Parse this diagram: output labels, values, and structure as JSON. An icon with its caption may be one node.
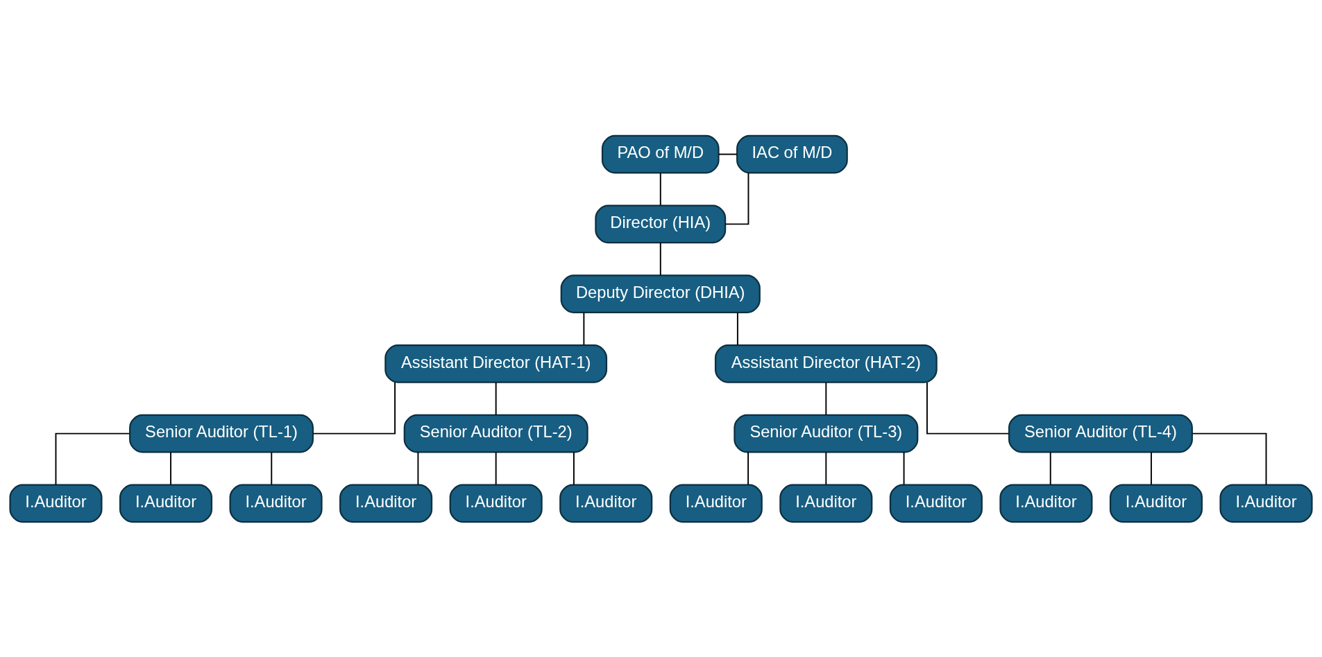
{
  "diagram": {
    "nodes": [
      {
        "text": [
          "PAO of M/D"
        ]
      },
      {
        "text": [
          "IAC of M/D"
        ]
      },
      {
        "text": [
          "Director (HIA)"
        ]
      },
      {
        "text": [
          "Deputy Director (DHIA)"
        ]
      },
      {
        "text": [
          "Assistant Director (HAT-1)"
        ]
      },
      {
        "text": [
          "Assistant Director (HAT-2)"
        ]
      },
      {
        "text": [
          "Senior Auditor (TL-1)"
        ]
      },
      {
        "text": [
          "Senior Auditor (TL-2)"
        ]
      },
      {
        "text": [
          "Senior Auditor (TL-3)"
        ]
      },
      {
        "text": [
          "Senior Auditor (TL-4)"
        ]
      },
      {
        "text": [
          "I.Auditor"
        ]
      },
      {
        "text": [
          "I.Auditor"
        ]
      },
      {
        "text": [
          "I.Auditor"
        ]
      },
      {
        "text": [
          "I.Auditor"
        ]
      },
      {
        "text": [
          "I.Auditor"
        ]
      },
      {
        "text": [
          "I.Auditor"
        ]
      },
      {
        "text": [
          "I.Auditor"
        ]
      },
      {
        "text": [
          "I.Auditor"
        ]
      },
      {
        "text": [
          "I.Auditor"
        ]
      },
      {
        "text": [
          "I.Auditor"
        ]
      },
      {
        "text": [
          "I.Auditor"
        ]
      },
      {
        "text": [
          "I.Auditor"
        ]
      }
    ],
    "edges": [
      {
        "from": 0,
        "to": 2,
        "arrow": "none"
      },
      {
        "from": 0,
        "to": 1,
        "arrow": "none"
      },
      {
        "from": 2,
        "to": 1,
        "arrow": "none"
      },
      {
        "from": 2,
        "to": 3,
        "arrow": "none"
      },
      {
        "from": 3,
        "to": 4,
        "arrow": "none"
      },
      {
        "from": 3,
        "to": 5,
        "arrow": "none"
      },
      {
        "from": 4,
        "to": 6,
        "arrow": "none"
      },
      {
        "from": 4,
        "to": 7,
        "arrow": "none"
      },
      {
        "from": 5,
        "to": 8,
        "arrow": "none"
      },
      {
        "from": 5,
        "to": 9,
        "arrow": "none"
      },
      {
        "from": 6,
        "to": 10,
        "arrow": "none"
      },
      {
        "from": 6,
        "to": 11,
        "arrow": "none"
      },
      {
        "from": 6,
        "to": 12,
        "arrow": "none"
      },
      {
        "from": 7,
        "to": 13,
        "arrow": "none"
      },
      {
        "from": 7,
        "to": 14,
        "arrow": "none"
      },
      {
        "from": 7,
        "to": 15,
        "arrow": "none"
      },
      {
        "from": 8,
        "to": 16,
        "arrow": "none"
      },
      {
        "from": 8,
        "to": 17,
        "arrow": "none"
      },
      {
        "from": 8,
        "to": 18,
        "arrow": "none"
      },
      {
        "from": 9,
        "to": 19,
        "arrow": "none"
      },
      {
        "from": 9,
        "to": 20,
        "arrow": "none"
      },
      {
        "from": 9,
        "to": 21,
        "arrow": "none"
      }
    ]
  }
}
